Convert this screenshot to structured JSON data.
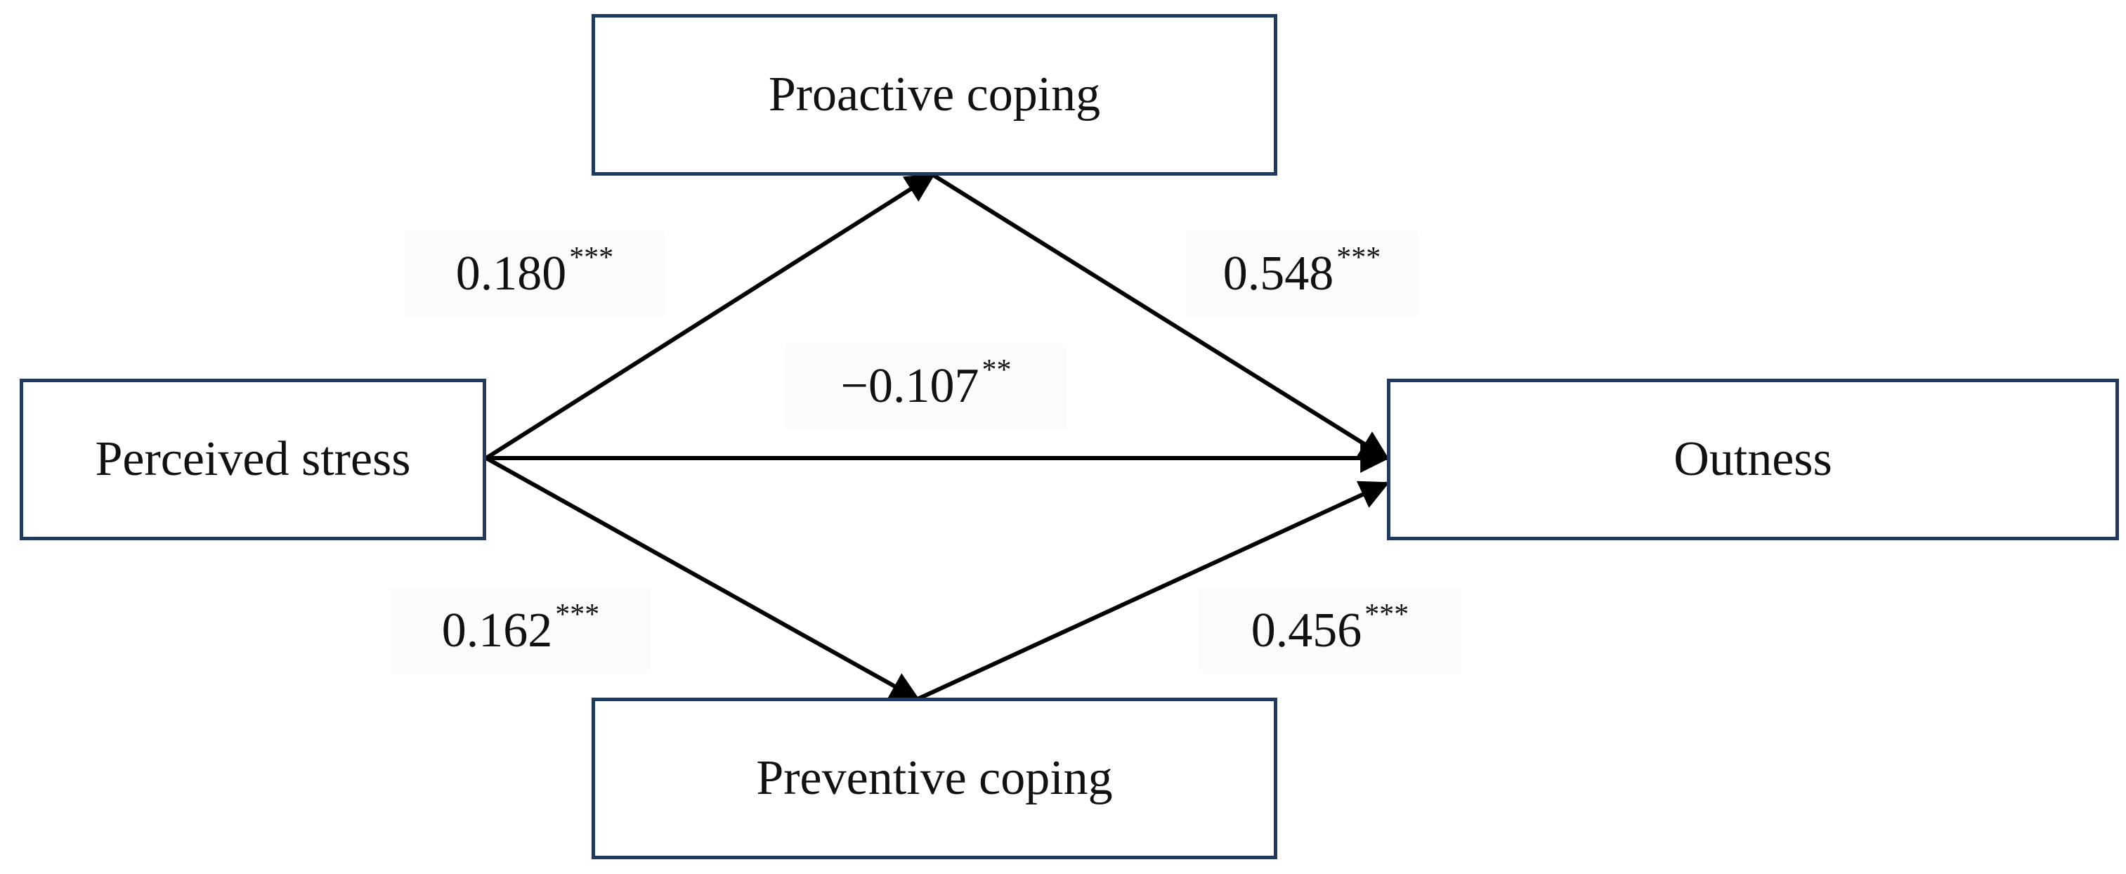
{
  "nodes": {
    "proactive": "Proactive coping",
    "stress": "Perceived stress",
    "outness": "Outness",
    "preventive": "Preventive coping"
  },
  "paths": {
    "stress_to_proactive": {
      "value": "0.180",
      "sig": "***"
    },
    "proactive_to_outness": {
      "value": "0.548",
      "sig": "***"
    },
    "stress_to_outness": {
      "value": "−0.107",
      "sig": "**"
    },
    "stress_to_preventive": {
      "value": "0.162",
      "sig": "***"
    },
    "preventive_to_outness": {
      "value": "0.456",
      "sig": "***"
    }
  },
  "colors": {
    "box_border": "#1f3a60",
    "arrow": "#000000"
  }
}
